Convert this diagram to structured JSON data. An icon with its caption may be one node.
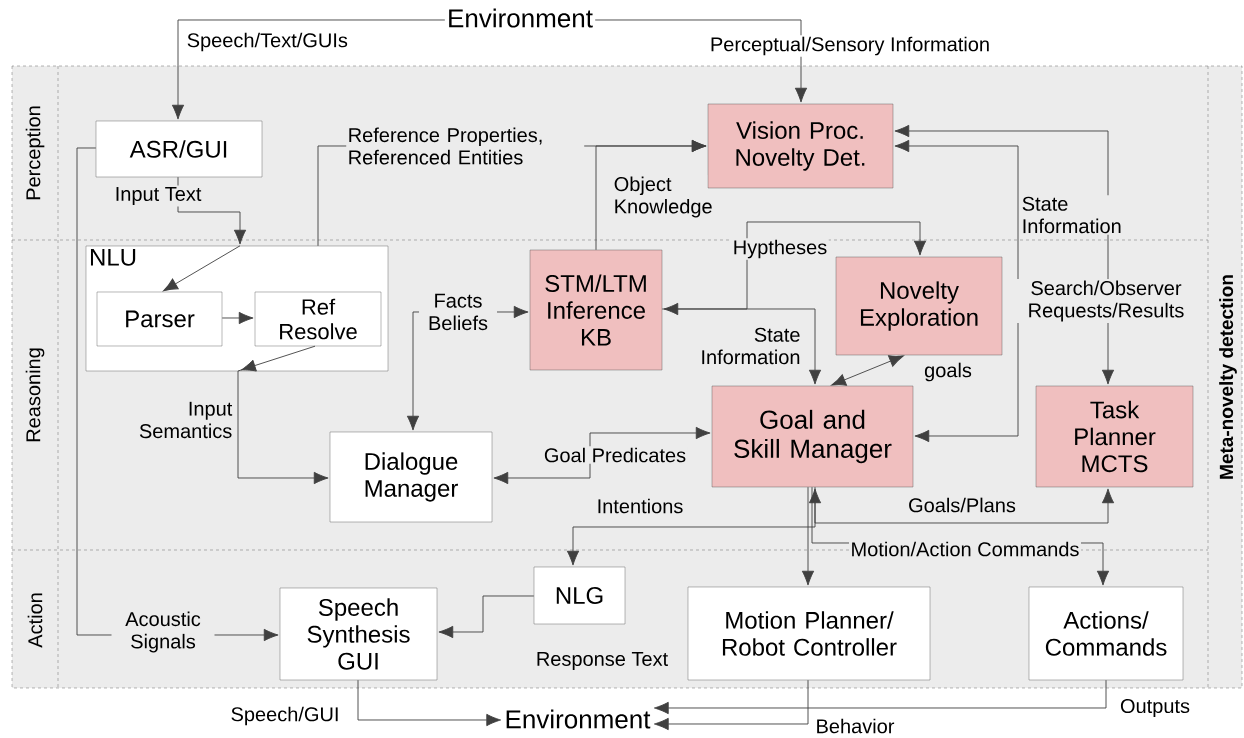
{
  "diagram": {
    "nodes": [
      {
        "text": [
          "Environment"
        ]
      },
      {
        "text": [
          "ASR/GUI"
        ]
      },
      {
        "text": [
          "Vision Proc. Novelty Det."
        ]
      },
      {
        "text": [
          "NLU"
        ]
      },
      {
        "text": [
          "Parser"
        ],
        "in": 3
      },
      {
        "text": [
          "Ref Resolve"
        ],
        "in": 3
      },
      {
        "text": [
          "STM/LTM Inference KB"
        ]
      },
      {
        "text": [
          "Novelty Exploration"
        ]
      },
      {
        "text": [
          "Dialogue Manager"
        ]
      },
      {
        "text": [
          "Goal and Skill Manager"
        ]
      },
      {
        "text": [
          "Task Planner MCTS"
        ]
      },
      {
        "text": [
          "NLG"
        ]
      },
      {
        "text": [
          "Speech Synthesis GUI"
        ]
      },
      {
        "text": [
          "Motion Planner/ Robot Controller"
        ]
      },
      {
        "text": [
          "Actions/ Commands"
        ]
      },
      {
        "text": [
          "Environment"
        ]
      }
    ],
    "edges": [
      {
        "from": 0,
        "to": 1,
        "arrow": "to",
        "label": "Speech/Text/GUIs"
      },
      {
        "from": 0,
        "to": 2,
        "arrow": "to",
        "label": "Perceptual/Sensory Information"
      },
      {
        "from": 1,
        "to": 3,
        "arrow": "to",
        "label": "Input Text"
      },
      {
        "from": 3,
        "to": 4,
        "arrow": "to"
      },
      {
        "from": 4,
        "to": 5,
        "arrow": "to"
      },
      {
        "from": 5,
        "to": 8,
        "arrow": "to",
        "label": "Input Semantics"
      },
      {
        "from": 3,
        "to": 2,
        "arrow": "to",
        "label": "Reference Properties, Referenced Entities"
      },
      {
        "from": 6,
        "to": 2,
        "arrow": "to",
        "label": "Object Knowledge"
      },
      {
        "from": 1,
        "to": 12,
        "arrow": "to",
        "label": "Acoustic Signals"
      },
      {
        "from": 8,
        "to": 6,
        "arrow": "both",
        "label": "Facts Beliefs"
      },
      {
        "from": 6,
        "to": 9,
        "arrow": "both",
        "label": "State Information"
      },
      {
        "from": 6,
        "to": 7,
        "arrow": "to",
        "label": "Hyptheses"
      },
      {
        "from": 7,
        "to": 9,
        "arrow": "both",
        "label": "goals"
      },
      {
        "from": 2,
        "to": 9,
        "arrow": "both",
        "label": "State Information"
      },
      {
        "from": 2,
        "to": 10,
        "arrow": "both",
        "label": "Search/Observer Requests/Results"
      },
      {
        "from": 8,
        "to": 9,
        "arrow": "both",
        "label": "Goal Predicates"
      },
      {
        "from": 9,
        "to": 11,
        "arrow": "to",
        "label": "Intentions"
      },
      {
        "from": 9,
        "to": 10,
        "arrow": "both",
        "label": "Goals/Plans"
      },
      {
        "from": 9,
        "to": 13,
        "arrow": "to"
      },
      {
        "from": 9,
        "to": 14,
        "arrow": "to",
        "label": "Motion/Action Commands"
      },
      {
        "from": 11,
        "to": 12,
        "arrow": "to",
        "label": "Response Text"
      },
      {
        "from": 12,
        "to": 15,
        "arrow": "to",
        "label": "Speech/GUI"
      },
      {
        "from": 13,
        "to": 15,
        "arrow": "to",
        "label": "Behavior"
      },
      {
        "from": 14,
        "to": 15,
        "arrow": "to",
        "label": "Outputs"
      }
    ],
    "labels": [
      "Perception",
      "Reasoning",
      "Action",
      "Meta-novelty detection"
    ]
  }
}
